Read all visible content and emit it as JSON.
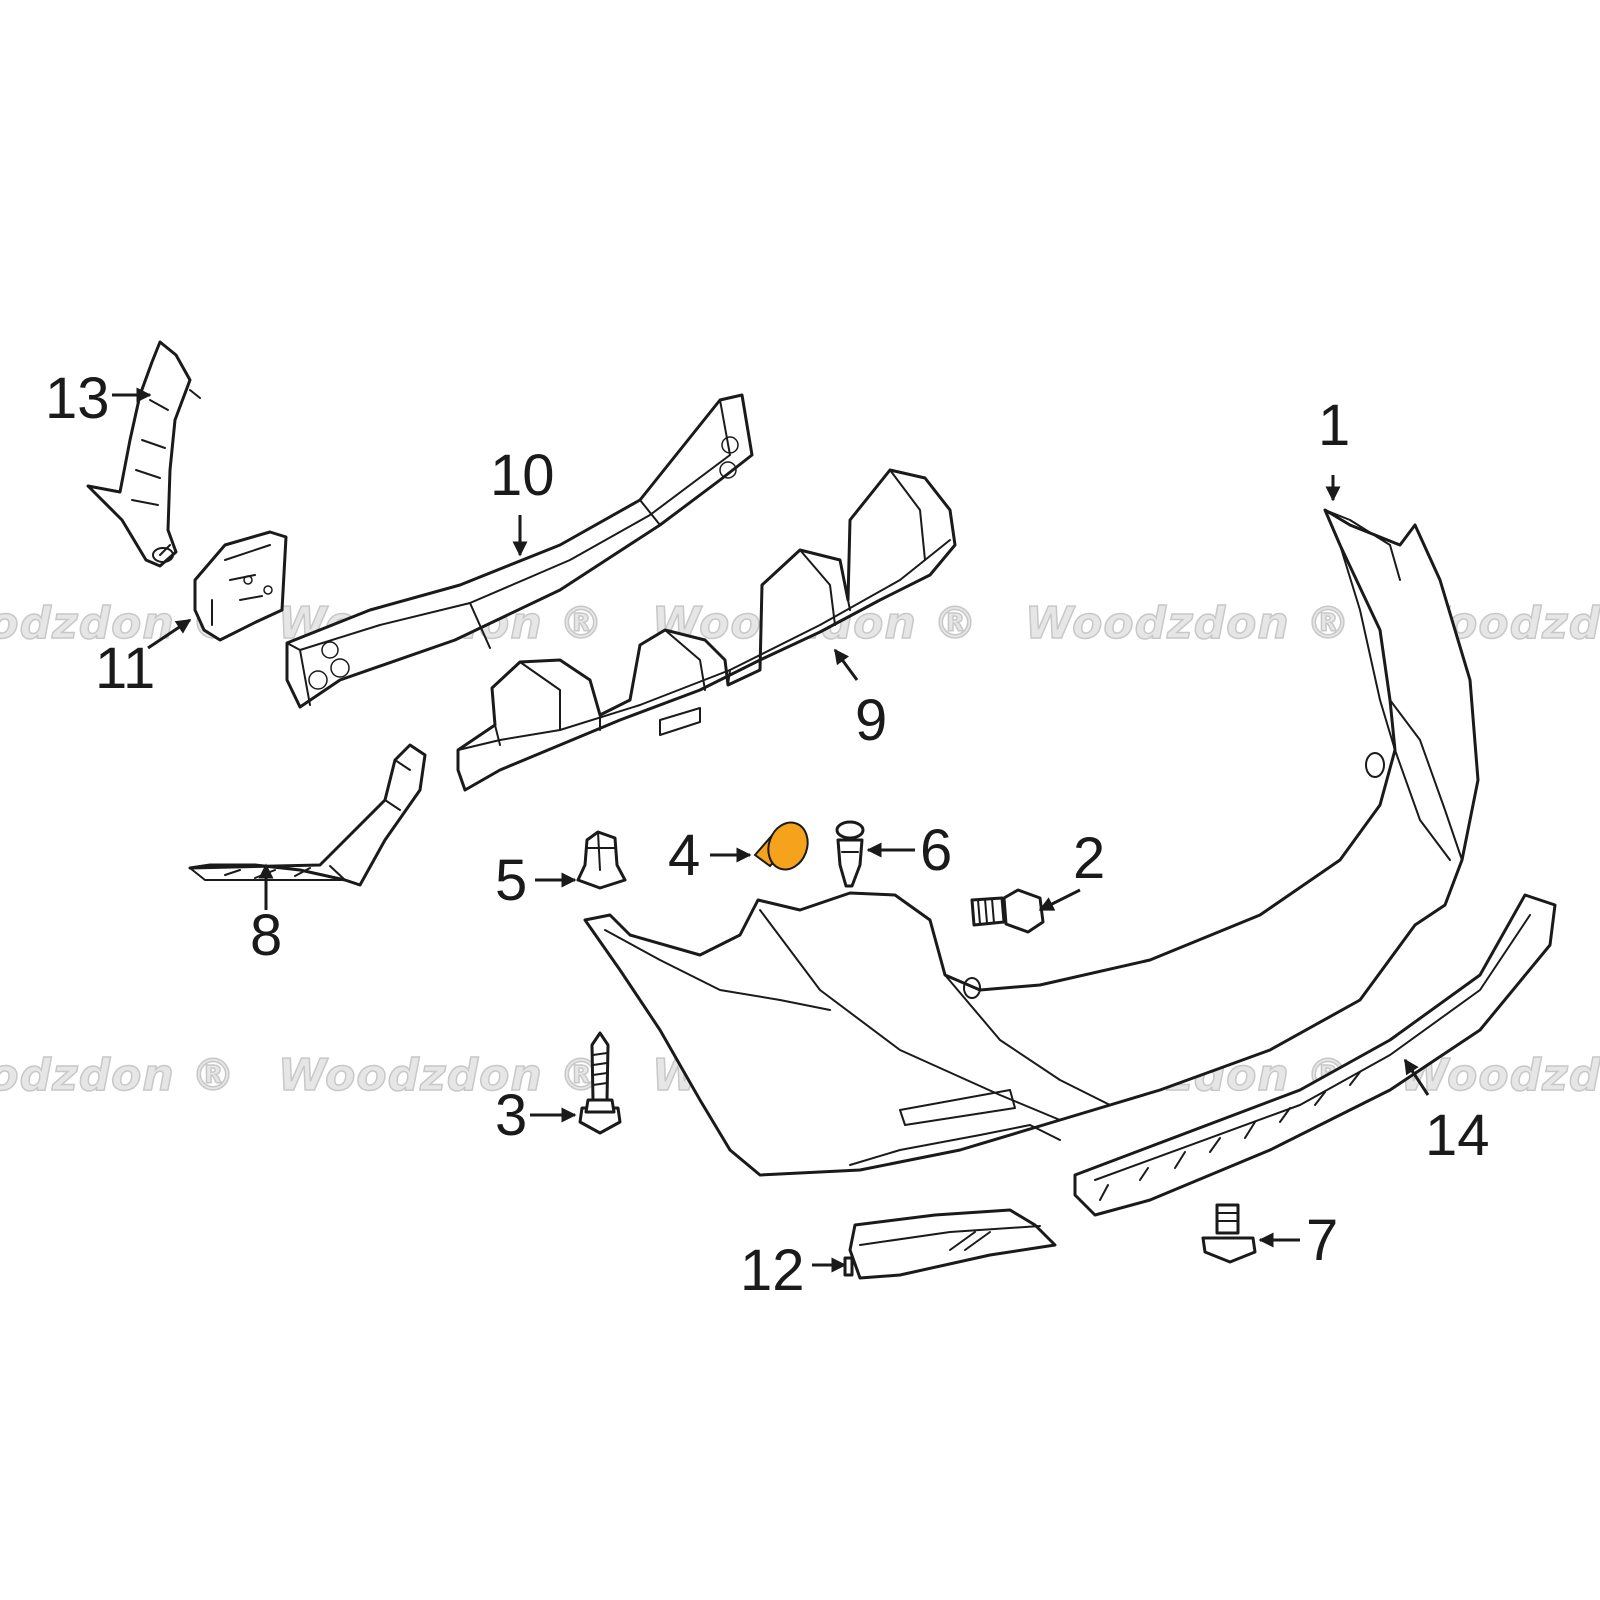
{
  "watermark": {
    "text": "Woodzdon ®"
  },
  "highlight_color": "#f5a21c",
  "callouts": [
    {
      "num": "1"
    },
    {
      "num": "2"
    },
    {
      "num": "3"
    },
    {
      "num": "4"
    },
    {
      "num": "5"
    },
    {
      "num": "6"
    },
    {
      "num": "7"
    },
    {
      "num": "8"
    },
    {
      "num": "9"
    },
    {
      "num": "10"
    },
    {
      "num": "11"
    },
    {
      "num": "12"
    },
    {
      "num": "13"
    },
    {
      "num": "14"
    }
  ]
}
